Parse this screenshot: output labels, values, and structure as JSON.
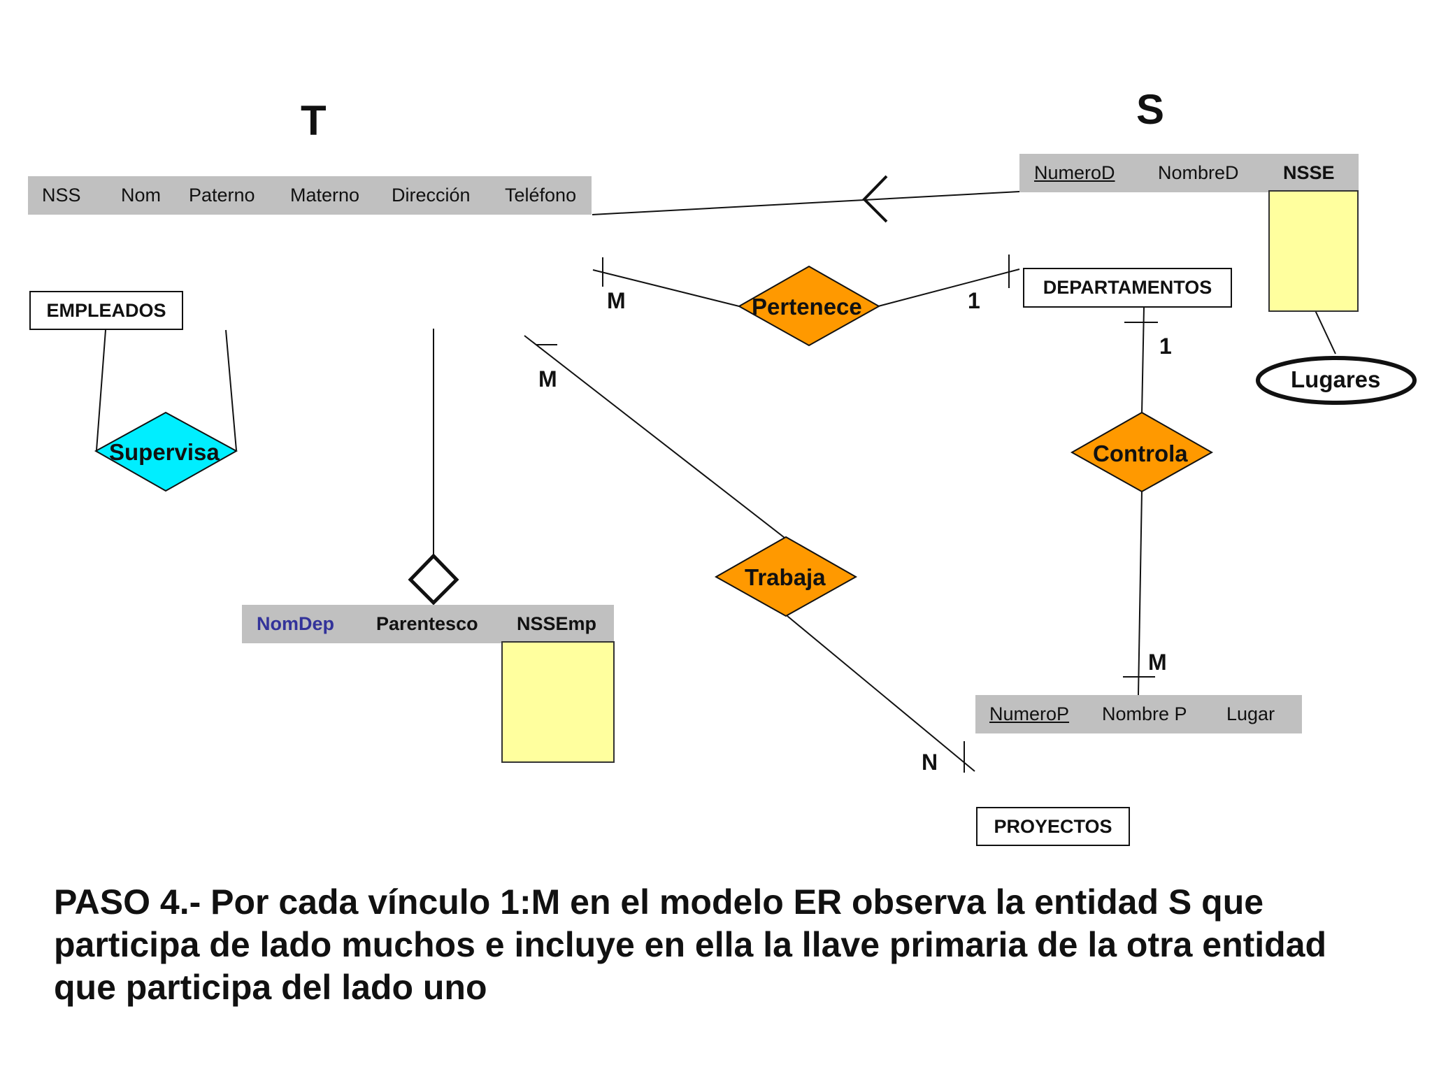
{
  "titles": {
    "left": "T",
    "right": "S"
  },
  "empleados_attrs": [
    "NSS",
    "Nom",
    "Paterno",
    "Materno",
    "Dirección",
    "Teléfono"
  ],
  "departamentos_attrs": [
    "NumeroD",
    "NombreD",
    "NSSE"
  ],
  "dependientes_attrs": [
    "NomDep",
    "Parentesco",
    "NSSEmp"
  ],
  "proyectos_attrs": [
    "NumeroP",
    "Nombre P",
    "Lugar"
  ],
  "entities": {
    "empleados": "EMPLEADOS",
    "departamentos": "DEPARTAMENTOS",
    "proyectos": "PROYECTOS"
  },
  "multivalued": {
    "lugares": "Lugares"
  },
  "relationships": {
    "supervisa": "Supervisa",
    "pertenece": "Pertenece",
    "controla": "Controla",
    "trabaja": "Trabaja"
  },
  "cardinalities": {
    "pertenece_left": "M",
    "pertenece_right": "1",
    "trabaja_top": "M",
    "trabaja_bottom": "N",
    "controla_top": "1",
    "controla_bottom": "M"
  },
  "caption": "PASO 4.- Por cada vínculo 1:M en el modelo ER observa la entidad S que participa de lado muchos e incluye en ella la llave primaria de la otra entidad que participa del lado uno",
  "colors": {
    "attr_bar": "#c0c0c0",
    "yellow": "#ffff9e",
    "relationship_orange": "#ff9900",
    "relationship_cyan": "#00eeff",
    "nomdep_text": "#33339a"
  }
}
